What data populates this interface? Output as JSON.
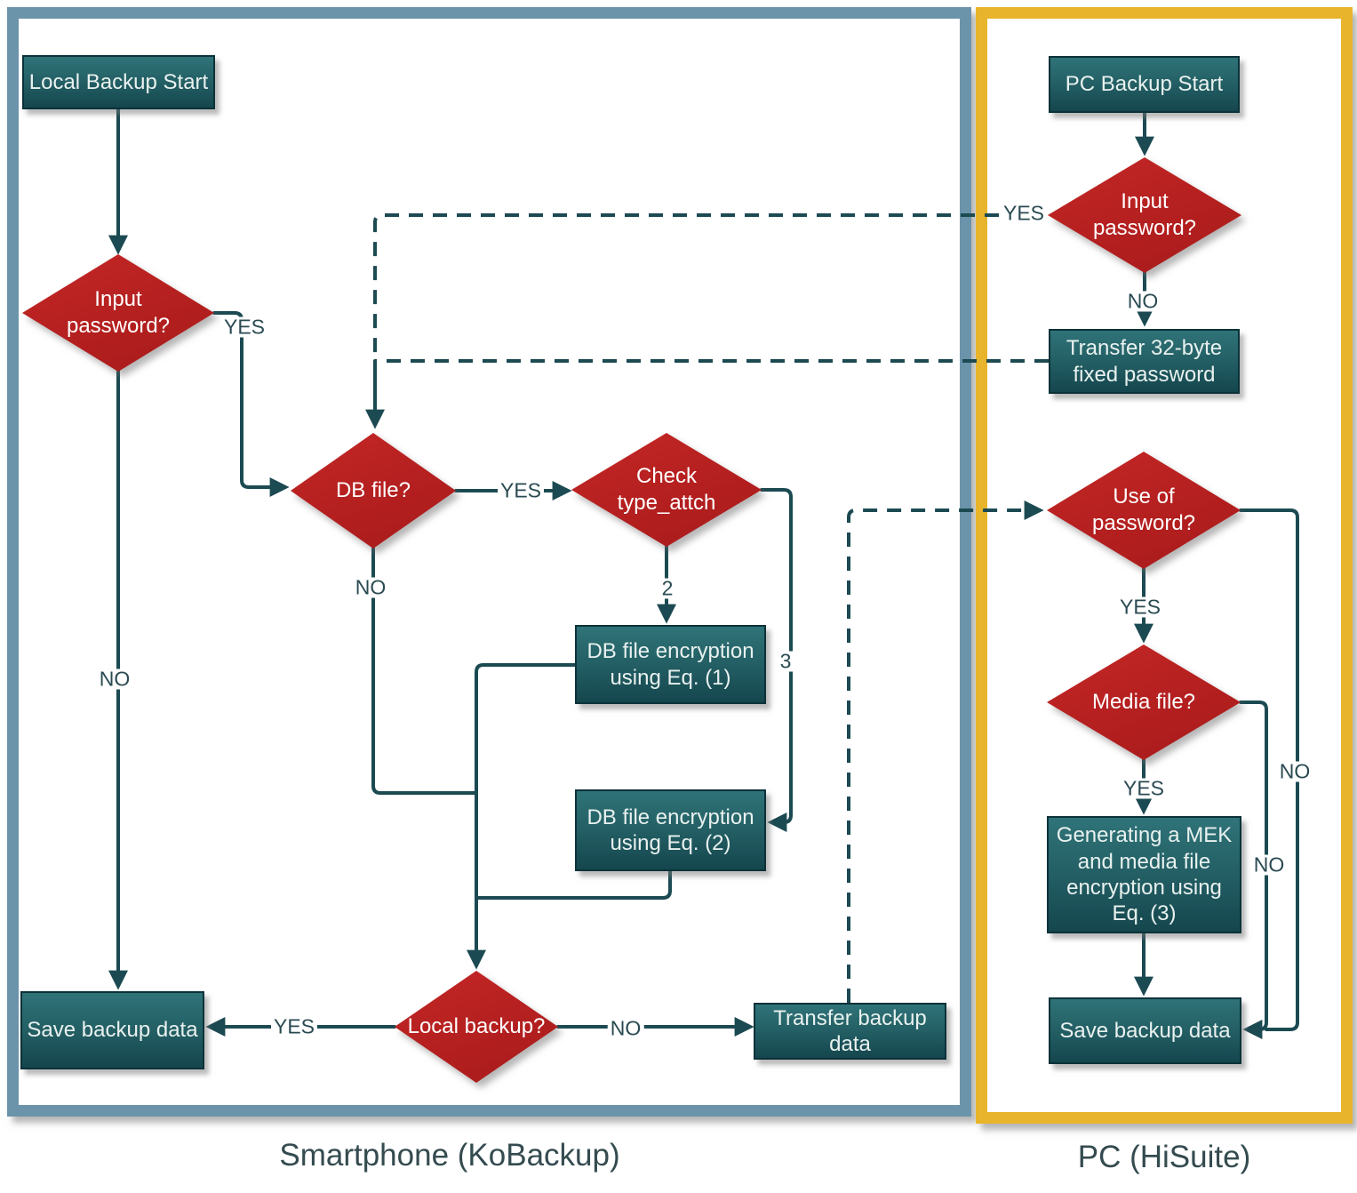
{
  "panels": {
    "smartphone": {
      "caption": "Smartphone (KoBackup)",
      "border_color": "#6b94ab"
    },
    "pc": {
      "caption": "PC (HiSuite)",
      "border_color": "#e8b42c"
    }
  },
  "nodes": {
    "local_backup_start": {
      "label": "Local Backup Start",
      "type": "process"
    },
    "input_password_left": {
      "label": "Input\npassword?",
      "type": "decision"
    },
    "db_file": {
      "label": "DB file?",
      "type": "decision"
    },
    "check_type_attch": {
      "label": "Check\ntype_attch",
      "type": "decision"
    },
    "db_encrypt_eq1": {
      "label": "DB file encryption\nusing Eq. (1)",
      "type": "process"
    },
    "db_encrypt_eq2": {
      "label": "DB file encryption\nusing Eq. (2)",
      "type": "process"
    },
    "local_backup": {
      "label": "Local backup?",
      "type": "decision"
    },
    "save_backup_left": {
      "label": "Save backup data",
      "type": "process"
    },
    "transfer_backup": {
      "label": "Transfer backup\ndata",
      "type": "process"
    },
    "pc_backup_start": {
      "label": "PC Backup Start",
      "type": "process"
    },
    "input_password_right": {
      "label": "Input\npassword?",
      "type": "decision"
    },
    "transfer_32byte": {
      "label": "Transfer 32-byte\nfixed password",
      "type": "process"
    },
    "use_of_password": {
      "label": "Use of\npassword?",
      "type": "decision"
    },
    "media_file": {
      "label": "Media file?",
      "type": "decision"
    },
    "mek_encrypt_eq3": {
      "label": "Generating a MEK\nand media file\nencryption using\nEq. (3)",
      "type": "process"
    },
    "save_backup_right": {
      "label": "Save backup data",
      "type": "process"
    }
  },
  "edge_labels": {
    "input_left_yes": "YES",
    "input_left_no": "NO",
    "db_file_yes": "YES",
    "db_file_no": "NO",
    "attch_out_2": "2",
    "attch_out_3": "3",
    "local_yes": "YES",
    "local_no": "NO",
    "input_right_yes": "YES",
    "input_right_no": "NO",
    "use_password_yes": "YES",
    "use_password_no": "NO",
    "media_file_yes": "YES",
    "media_file_no": "NO"
  },
  "colors": {
    "line": "#1c4a52",
    "decision_fill": "#b41f1f",
    "process_fill_top": "#2f7378",
    "process_fill_bottom": "#15464e",
    "smartphone_border": "#6b94ab",
    "pc_border": "#e8b42c"
  }
}
